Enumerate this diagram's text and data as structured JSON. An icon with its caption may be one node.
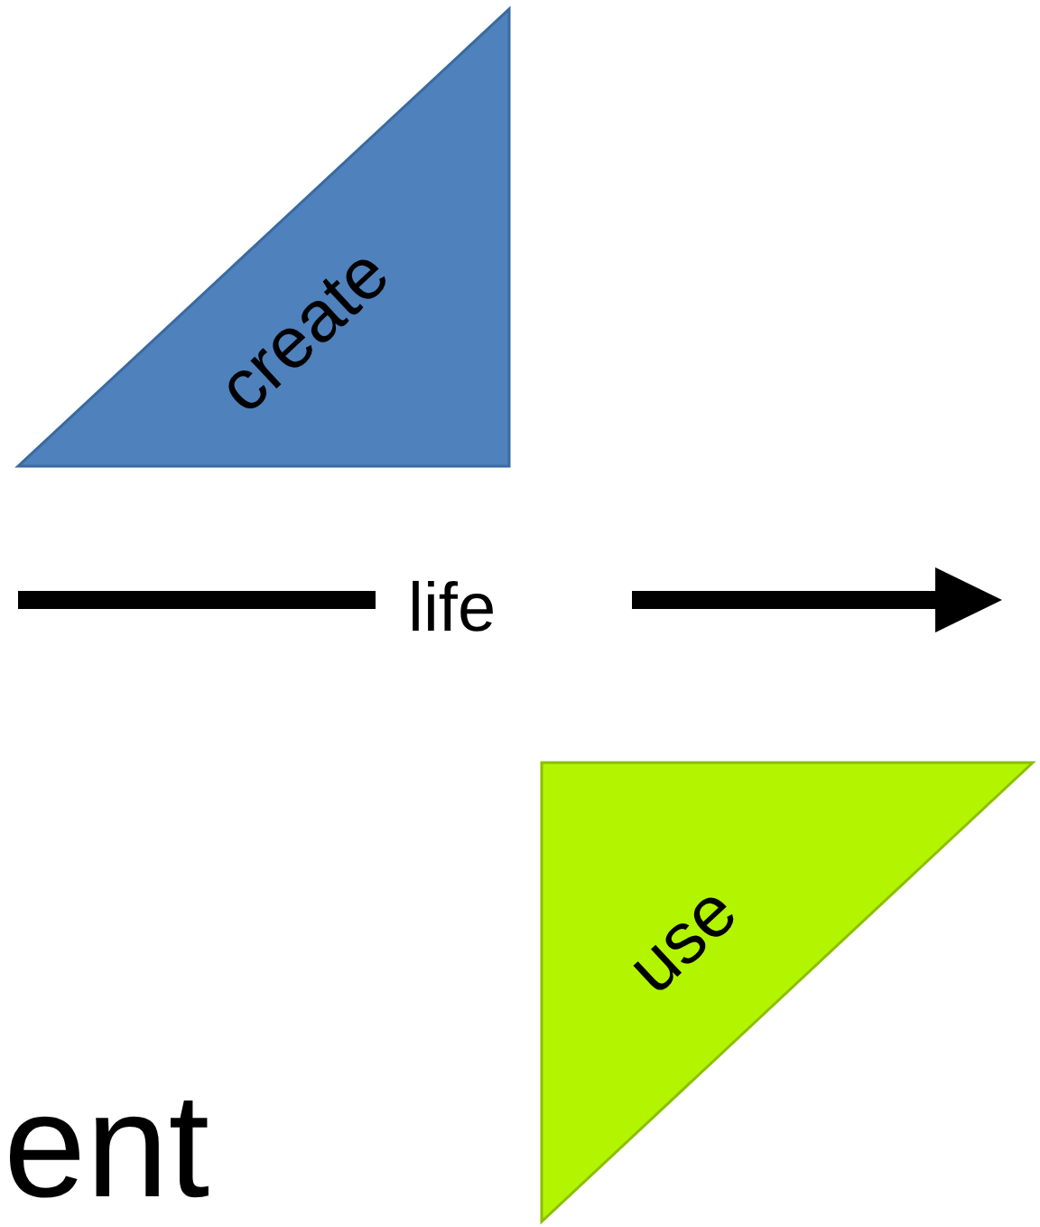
{
  "diagram": {
    "nodes": [
      {
        "text": [
          "create"
        ]
      },
      {
        "text": [
          "use"
        ]
      }
    ],
    "labels": [
      "life",
      "ent"
    ]
  }
}
